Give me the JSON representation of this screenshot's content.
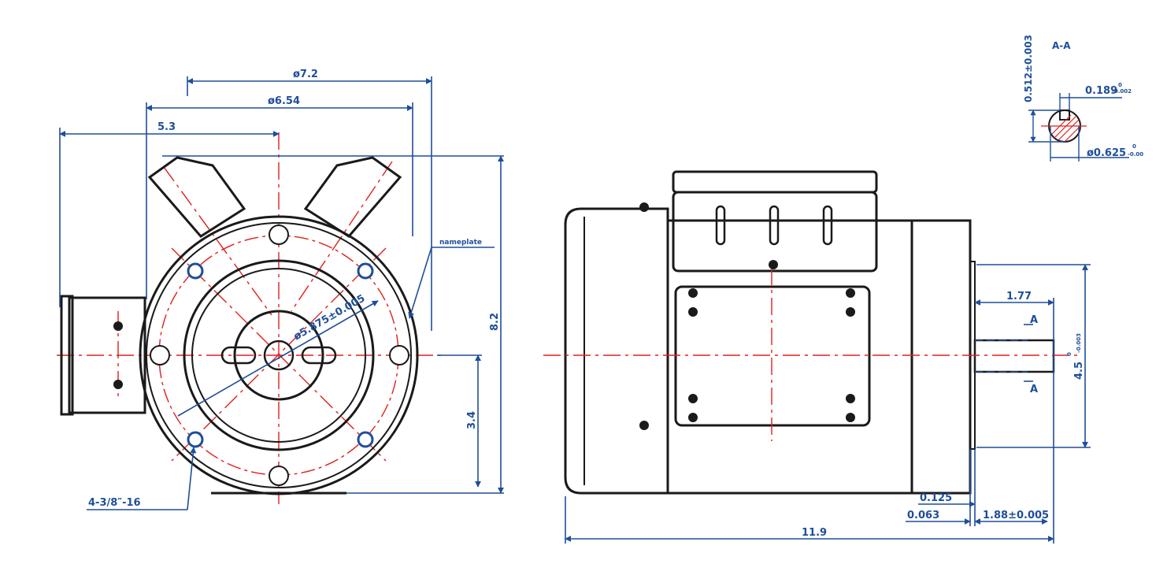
{
  "colors": {
    "outline": "#1a1a1a",
    "dimension": "#1f4e9a",
    "centerline": "#e0201c",
    "bolt": "#1f4e9a"
  },
  "front_view": {
    "dim_overall_dia": "ø7.2",
    "dim_bolt_circle_outer": "ø6.54",
    "dim_conduit_offset": "5.3",
    "dim_height": "8.2",
    "dim_shaft_height": "3.4",
    "dim_pilot": "ø5.875±0.005",
    "mount_thread": "4-3/8″-16",
    "nameplate_label": "nameplate"
  },
  "side_view": {
    "dim_overall_length": "11.9",
    "dim_shaft_length": "1.77",
    "dim_flange_dia": "4.5",
    "dim_flange_dia_tol_upper": "0",
    "dim_flange_dia_tol_lower": "-0.003",
    "dim_shoulder": "0.125",
    "dim_flange_thk": "0.063",
    "dim_shaft_ext": "1.88±0.005",
    "section_mark_top": "A",
    "section_mark_bottom": "A"
  },
  "section": {
    "title": "A-A",
    "dim_key_height": "0.512±0.003",
    "dim_key_width": "0.189",
    "dim_key_width_tol_upper": "0",
    "dim_key_width_tol_lower": "-0.002",
    "dim_shaft_dia": "ø0.625",
    "dim_shaft_dia_tol_upper": "0",
    "dim_shaft_dia_tol_lower": "-0.00"
  }
}
